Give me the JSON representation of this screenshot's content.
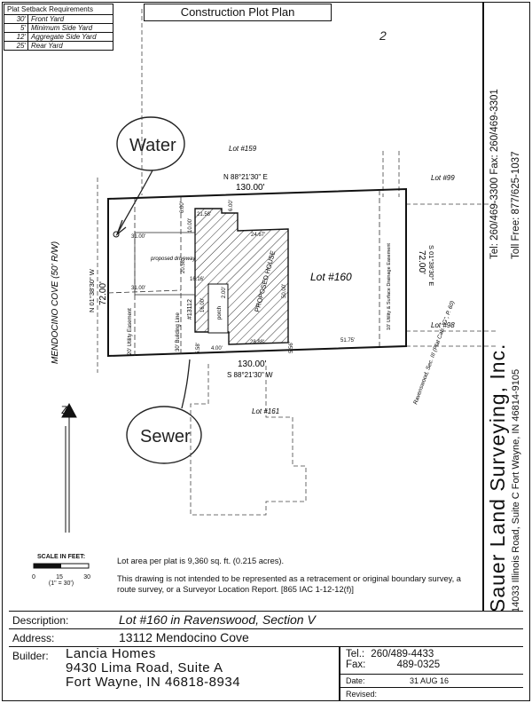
{
  "setback_table": {
    "title": "Plat Setback Requirements",
    "rows": [
      {
        "value": "30'",
        "label": "Front Yard"
      },
      {
        "value": "5'",
        "label": "Minimum Side Yard"
      },
      {
        "value": "12'",
        "label": "Aggregate Side Yard"
      },
      {
        "value": "25'",
        "label": "Rear Yard"
      }
    ]
  },
  "plan_title": "Construction Plot Plan",
  "company": {
    "name": "Sauer Land Surveying, Inc.",
    "address": "14033 Illinois Road, Suite C Fort Wayne, IN 46814-9105",
    "tel_fax": "Tel: 260/469-3300 Fax: 260/469-3301",
    "toll_free": "Toll Free: 877/625-1037"
  },
  "handwritten": {
    "water": "Water",
    "sewer": "Sewer",
    "mark": "2"
  },
  "plan": {
    "street": "MENDOCINO COVE (50' R/W)",
    "lot_159": "Lot #159",
    "lot_161": "Lot #161",
    "lot_99": "Lot #99",
    "lot_98": "Lot #98",
    "lot_160": "Lot #160",
    "north_bearing": "N 88°21'30\" E",
    "north_dist": "130.00'",
    "south_bearing": "S 88°21'30\" W",
    "south_dist": "130.00'",
    "west_bearing": "N 01°38'30\" W",
    "west_dist": "72.00'",
    "east_bearing": "S 01°38'30\" E",
    "east_dist": "72.00'",
    "house": "PROPOSED HOUSE",
    "house_number": "#13112",
    "porch": "porch",
    "driveway": "proposed driveway",
    "building_line": "30' Building Line",
    "utility_west": "20' Utility Easement",
    "utility_east": "10' Utility & Surface Drainage Easement",
    "subdivision": "Ravenswood, Sec. III (Plat Cab. \"G\", P. 60)",
    "dims": {
      "d31_top": "31.00'",
      "d31_bot": "31.00'",
      "d6a": "6.00'",
      "d10": "10.00'",
      "d21": "21.58'",
      "d24": "24.67'",
      "d6b": "6.00'",
      "d16": "16.16'",
      "d20": "20.58'",
      "d50": "50.00'",
      "d28": "28.88'",
      "d4": "4.00'",
      "d5a": "5.58'",
      "d5b": "5.56'",
      "d51": "51.75'",
      "d10b": "10.00'",
      "d6c": "6.00'",
      "d16b": "16.00'",
      "d2": "2.00'"
    }
  },
  "scale": {
    "label": "SCALE IN FEET:",
    "ticks": [
      "0",
      "15",
      "30"
    ],
    "ratio": "(1\" = 30')"
  },
  "notes": {
    "area": "Lot area per plat is 9,360 sq. ft. (0.215 acres).",
    "disclaimer": "This drawing is not intended to be represented as a retracement or original boundary survey, a route survey, or a Surveyor Location Report. [865 IAC 1-12-12(f)]"
  },
  "title_block": {
    "description_label": "Description:",
    "description": "Lot #160 in Ravenswood, Section V",
    "address_label": "Address:",
    "address": "13112 Mendocino Cove",
    "builder_label": "Builder:",
    "builder_name": "Lancia Homes",
    "builder_street": "9430 Lima Road, Suite A",
    "builder_city": "Fort Wayne, IN 46818-8934",
    "tel_label": "Tel.:",
    "tel": "260/489-4433",
    "fax_label": "Fax:",
    "fax": "489-0325",
    "date_label": "Date:",
    "date": "31 AUG 16",
    "revised_label": "Revised:",
    "revised": ""
  }
}
